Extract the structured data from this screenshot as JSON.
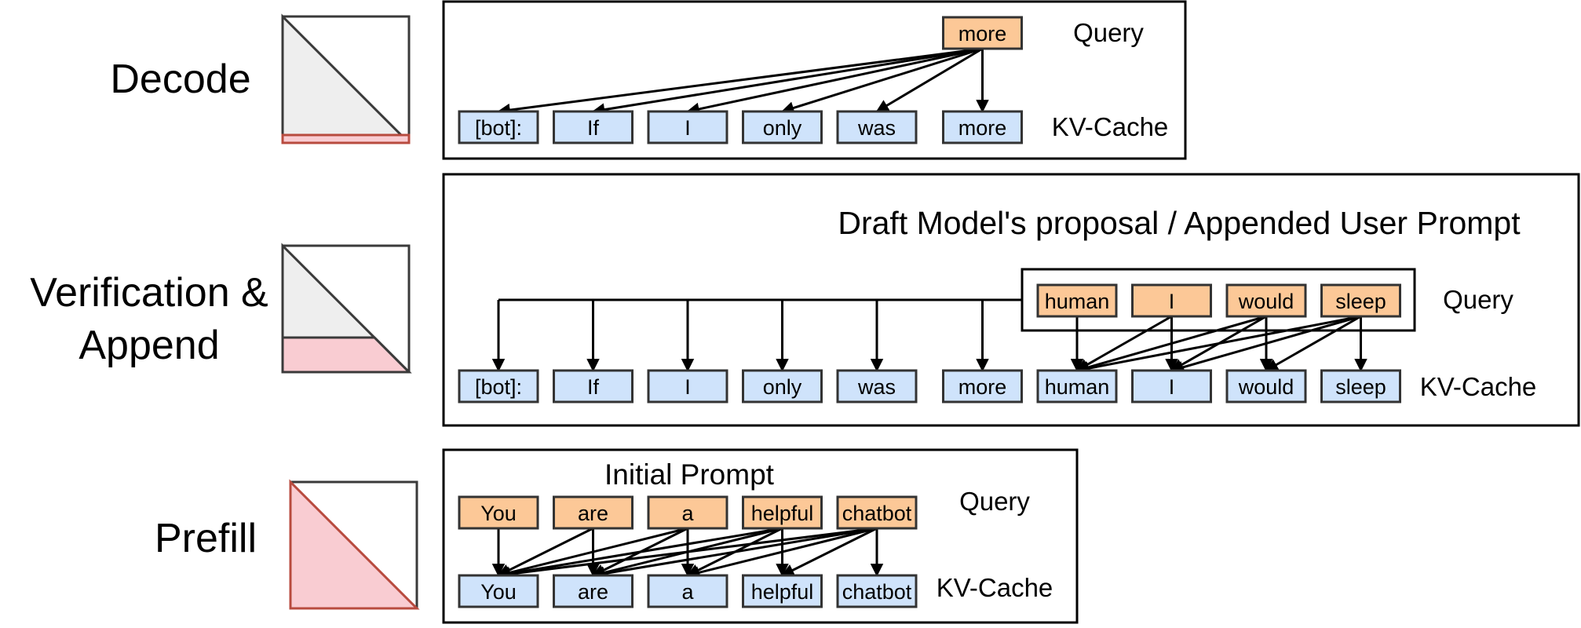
{
  "colors": {
    "query_fill": "#fcc897",
    "kv_fill": "#cfe3fb",
    "box_stroke": "#333333",
    "arrow": "#000000",
    "tri_gray": "#eeeeee",
    "tri_pink": "#f9ccd2",
    "tri_red_stroke": "#b84b3f",
    "tri_dark_stroke": "#3a3a3a"
  },
  "decode": {
    "stage_label": "Decode",
    "query_label": "Query",
    "kv_label": "KV-Cache",
    "query_tokens": [
      "more"
    ],
    "kv_tokens": [
      "[bot]:",
      "If",
      "I",
      "only",
      "was",
      "more"
    ]
  },
  "verify": {
    "stage_label_line1": "Verification &",
    "stage_label_line2": "Append",
    "title": "Draft Model's proposal / Appended User Prompt",
    "query_label": "Query",
    "kv_label": "KV-Cache",
    "query_tokens": [
      "human",
      "I",
      "would",
      "sleep"
    ],
    "kv_tokens": [
      "[bot]:",
      "If",
      "I",
      "only",
      "was",
      "more",
      "human",
      "I",
      "would",
      "sleep"
    ]
  },
  "prefill": {
    "stage_label": "Prefill",
    "title": "Initial Prompt",
    "query_label": "Query",
    "kv_label": "KV-Cache",
    "query_tokens": [
      "You",
      "are",
      "a",
      "helpful",
      "chatbot"
    ],
    "kv_tokens": [
      "You",
      "are",
      "a",
      "helpful",
      "chatbot"
    ]
  }
}
